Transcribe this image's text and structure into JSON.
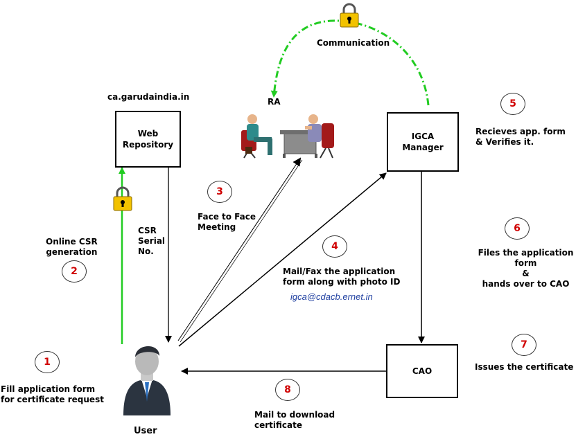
{
  "nodes": {
    "web_repository": {
      "label": "Web\nRepository",
      "caption": "ca.garudaindia.in"
    },
    "igca_manager": {
      "label": "IGCA\nManager"
    },
    "cao": {
      "label": "CAO"
    },
    "ra": {
      "label": "RA"
    },
    "user": {
      "label": "User"
    }
  },
  "edges": {
    "communication": "Communication",
    "csr_serial": "CSR\nSerial\nNo.",
    "online_csr": "Online CSR\ngeneration",
    "face_to_face": "Face to Face\nMeeting",
    "mail_fax": "Mail/Fax the application\nform along with photo ID",
    "email": "igca@cdacb.ernet.in",
    "mail_download": "Mail to download\ncertificate"
  },
  "steps": [
    {
      "number": "1",
      "text": "Fill application form\nfor certificate request"
    },
    {
      "number": "2",
      "text": ""
    },
    {
      "number": "3",
      "text": ""
    },
    {
      "number": "4",
      "text": ""
    },
    {
      "number": "5",
      "text": "Recieves app. form\n& Verifies it."
    },
    {
      "number": "6",
      "text": "Files the application form\n&\nhands over to CAO"
    },
    {
      "number": "7",
      "text": "Issues the certificate"
    },
    {
      "number": "8",
      "text": ""
    }
  ],
  "colors": {
    "green_arrow": "#22cc22",
    "step_number": "#d00000",
    "lock_body": "#f2c200",
    "email": "#1f3fa0"
  },
  "icons": [
    "padlock-icon",
    "meeting-people-icon",
    "user-avatar-icon"
  ]
}
